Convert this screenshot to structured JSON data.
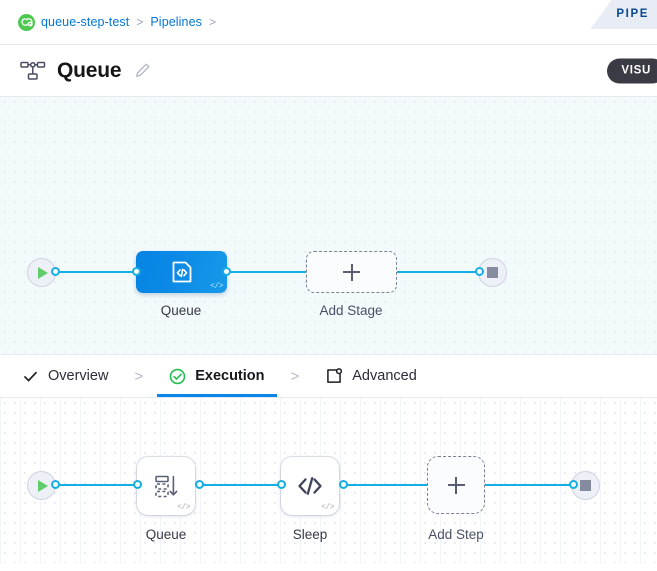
{
  "breadcrumb": {
    "project_icon": "harness-project-icon",
    "items": [
      {
        "label": "queue-step-test",
        "separator": ">"
      },
      {
        "label": "Pipelines",
        "separator": ">"
      }
    ]
  },
  "ribbon": {
    "label": "PIPE",
    "bg_color": "#e7ecf5",
    "text_color": "#0b4a8f"
  },
  "header": {
    "icon": "pipeline-icon",
    "title": "Queue",
    "edit_icon": "pencil-icon",
    "visual_button": {
      "label": "VISU",
      "bg_color": "#3a3b45"
    }
  },
  "stage_canvas": {
    "background_color": "#f2fafc",
    "start_node": {
      "name": "start-node",
      "icon": "play-icon",
      "accent": "#61cc6a"
    },
    "end_node": {
      "name": "end-node",
      "icon": "stop-icon",
      "accent": "#868ca0"
    },
    "nodes": [
      {
        "type": "stage",
        "label": "Queue",
        "icon": "custom-stage-code-icon",
        "badge": "</>",
        "color": "#0d8ae6",
        "selected": true
      },
      {
        "type": "add",
        "label": "Add Stage",
        "icon": "plus-icon"
      }
    ]
  },
  "tabs": {
    "items": [
      {
        "label": "Overview",
        "icon": "check-icon",
        "active": false
      },
      {
        "label": "Execution",
        "icon": "check-circle-green-icon",
        "active": true
      },
      {
        "label": "Advanced",
        "icon": "advanced-gear-icon",
        "active": false
      }
    ],
    "separator": ">",
    "active_underline_color": "#0a85e8"
  },
  "step_canvas": {
    "background_color": "#ffffff",
    "start_node": {
      "name": "start-node",
      "icon": "play-icon",
      "accent": "#61cc6a"
    },
    "end_node": {
      "name": "end-node",
      "icon": "stop-icon",
      "accent": "#868ca0"
    },
    "nodes": [
      {
        "type": "step",
        "label": "Queue",
        "icon": "queue-list-arrow-icon",
        "badge": "</>"
      },
      {
        "type": "step",
        "label": "Sleep",
        "icon": "code-brackets-icon",
        "badge": "</>"
      },
      {
        "type": "add",
        "label": "Add Step",
        "icon": "plus-icon"
      }
    ]
  },
  "colors": {
    "wire": "#15aee4",
    "link": "#0278d5",
    "accent_blue": "#0a85e8",
    "green": "#4dc952"
  }
}
